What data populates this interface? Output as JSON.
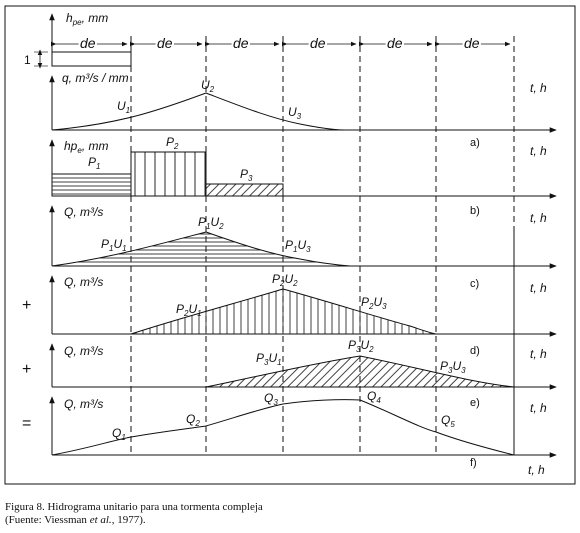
{
  "diagram": {
    "top_band": {
      "y_label": "h",
      "y_label_sub": "pe",
      "y_label_unit": ", mm",
      "de_label": "de",
      "one_label": "1",
      "time_axis": "t, h"
    },
    "panel_q": {
      "y_label": "q, m³/s / mm",
      "u1": "U",
      "u1_sub": "1",
      "u2": "U",
      "u2_sub": "2",
      "u3": "U",
      "u3_sub": "3",
      "time_axis": "t, h",
      "tag": "a)"
    },
    "panel_hp": {
      "y_label": "hp",
      "y_label_sub": "e",
      "y_label_unit": ", mm",
      "p1": "P",
      "p1_sub": "1",
      "p2": "P",
      "p2_sub": "2",
      "p3": "P",
      "p3_sub": "3",
      "time_axis": "t, h",
      "tag": "b)"
    },
    "panel_b": {
      "y_label": "Q, m³/s",
      "peak_label": "P",
      "peak_s1": "1",
      "peak_m": "U",
      "peak_s2": "2",
      "left_label": "P",
      "left_s1": "1",
      "left_m": "U",
      "left_s2": "1",
      "right_label": "P",
      "right_s1": "1",
      "right_m": "U",
      "right_s2": "3",
      "time_axis": "t, h",
      "tag": "c)"
    },
    "panel_c": {
      "op": "+",
      "y_label": "Q, m³/s",
      "peak_label": "P",
      "peak_s1": "2",
      "peak_m": "U",
      "peak_s2": "2",
      "left_label": "P",
      "left_s1": "2",
      "left_m": "U",
      "left_s2": "1",
      "right_label": "P",
      "right_s1": "2",
      "right_m": "U",
      "right_s2": "3",
      "time_axis": "t, h",
      "tag": "d)"
    },
    "panel_d": {
      "op": "+",
      "y_label": "Q, m³/s",
      "peak_label": "P",
      "peak_s1": "3",
      "peak_m": "U",
      "peak_s2": "2",
      "left_label": "P",
      "left_s1": "3",
      "left_m": "U",
      "left_s2": "1",
      "right_label": "P",
      "right_s1": "3",
      "right_m": "U",
      "right_s2": "3",
      "time_axis": "t, h",
      "tag": "e)"
    },
    "panel_e": {
      "op": "=",
      "y_label": "Q, m³/s",
      "q1": "Q",
      "q1_sub": "1",
      "q2": "Q",
      "q2_sub": "2",
      "q3": "Q",
      "q3_sub": "3",
      "q4": "Q",
      "q4_sub": "4",
      "q5": "Q",
      "q5_sub": "5",
      "time_axis": "t, h",
      "tag": "f)"
    }
  },
  "caption": {
    "line1": "Figura 8. Hidrograma unitario para una tormenta compleja",
    "line2_start": "(Fuente: Viessman ",
    "line2_italic": "et al.",
    "line2_end": ", 1977)."
  }
}
